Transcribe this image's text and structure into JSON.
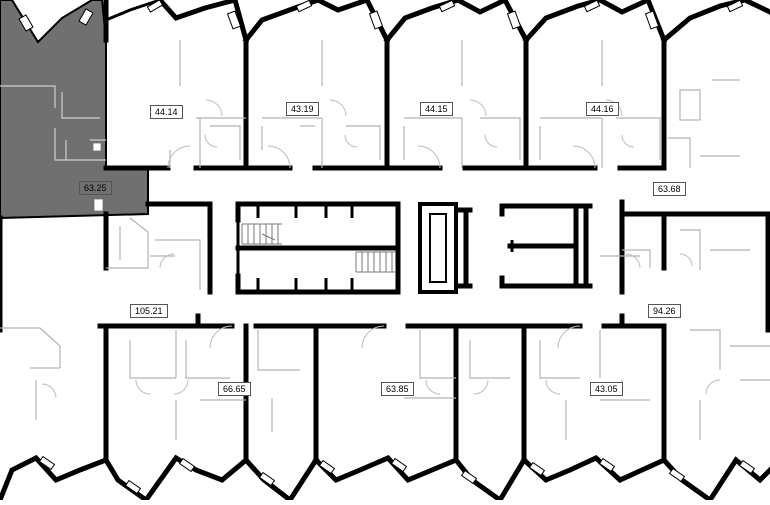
{
  "floor_plan": {
    "selected_apartment": {
      "area": "63.25",
      "fill_color": "#707070"
    },
    "apartments": [
      {
        "id": "apt-top-1",
        "area": "44.14"
      },
      {
        "id": "apt-top-2",
        "area": "43.19"
      },
      {
        "id": "apt-top-3",
        "area": "44.15"
      },
      {
        "id": "apt-top-4",
        "area": "44.16"
      },
      {
        "id": "apt-right-top",
        "area": "63.68"
      },
      {
        "id": "apt-left-mid",
        "area": "105.21"
      },
      {
        "id": "apt-right-mid",
        "area": "94.26"
      },
      {
        "id": "apt-bottom-1",
        "area": "66.65"
      },
      {
        "id": "apt-bottom-2",
        "area": "63.85"
      },
      {
        "id": "apt-bottom-3",
        "area": "43.05"
      }
    ],
    "colors": {
      "wall": "#000000",
      "partition": "#b4b4b4",
      "background": "#ffffff"
    }
  }
}
